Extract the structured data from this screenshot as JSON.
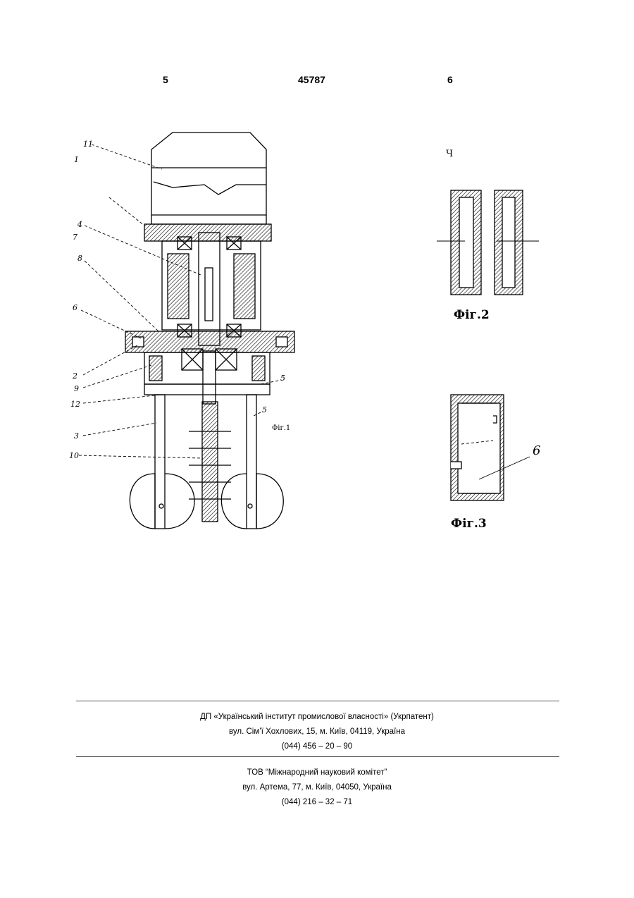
{
  "header": {
    "left_page": "5",
    "patent_number": "45787",
    "right_page": "6"
  },
  "fig1": {
    "caption": "Фіг.1",
    "labels": [
      "11",
      "1",
      "4",
      "7",
      "8",
      "6",
      "2",
      "9",
      "12",
      "3",
      "10",
      "5",
      "5"
    ]
  },
  "fig2": {
    "caption": "Фіг.2",
    "mark": "Ч"
  },
  "fig3": {
    "caption": "Фіг.3",
    "label": "6"
  },
  "footer": {
    "org1": {
      "name": "ДП «Український інститут промислової власності» (Укрпатент)",
      "address": "вул. Сім’ї Хохлових, 15, м. Київ, 04119, Україна",
      "phone": "(044) 456 – 20 –  90"
    },
    "org2": {
      "name": "ТОВ “Міжнародний науковий комітет”",
      "address": "вул. Артема, 77, м. Київ, 04050, Україна",
      "phone": "(044) 216 – 32 – 71"
    }
  }
}
